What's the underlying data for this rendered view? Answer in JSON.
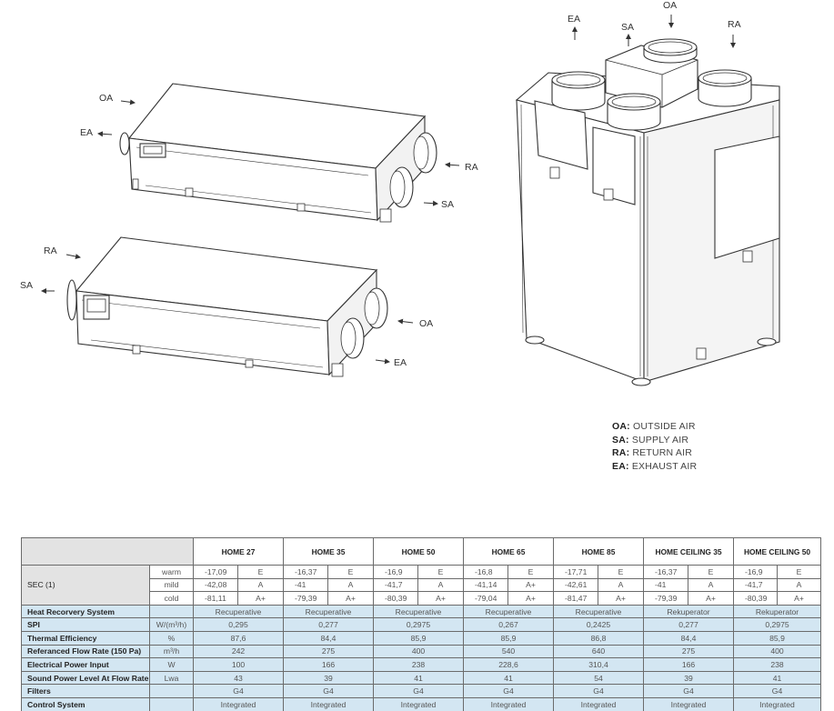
{
  "flow_labels": {
    "unit1": {
      "oa": "OA",
      "ea": "EA",
      "ra": "RA",
      "sa": "SA"
    },
    "unit2": {
      "ra": "RA",
      "sa": "SA",
      "oa": "OA",
      "ea": "EA"
    },
    "unit3": {
      "ea": "EA",
      "sa": "SA",
      "oa": "OA",
      "ra": "RA"
    }
  },
  "legend": [
    {
      "abbr": "OA:",
      "text": "OUTSIDE AIR"
    },
    {
      "abbr": "SA:",
      "text": "SUPPLY AIR"
    },
    {
      "abbr": "RA:",
      "text": "RETURN AIR"
    },
    {
      "abbr": "EA:",
      "text": "EXHAUST AIR"
    }
  ],
  "table": {
    "models": [
      "HOME 27",
      "HOME 35",
      "HOME 50",
      "HOME 65",
      "HOME 85",
      "HOME CEILING 35",
      "HOME CEILING 50"
    ],
    "sec": {
      "label": "SEC (1)",
      "rows": [
        {
          "cond": "warm",
          "cells": [
            [
              "-17,09",
              "E"
            ],
            [
              "-16,37",
              "E"
            ],
            [
              "-16,9",
              "E"
            ],
            [
              "-16,8",
              "E"
            ],
            [
              "-17,71",
              "E"
            ],
            [
              "-16,37",
              "E"
            ],
            [
              "-16,9",
              "E"
            ]
          ]
        },
        {
          "cond": "mild",
          "cells": [
            [
              "-42,08",
              "A"
            ],
            [
              "-41",
              "A"
            ],
            [
              "-41,7",
              "A"
            ],
            [
              "-41,14",
              "A+"
            ],
            [
              "-42,61",
              "A"
            ],
            [
              "-41",
              "A"
            ],
            [
              "-41,7",
              "A"
            ]
          ]
        },
        {
          "cond": "cold",
          "cells": [
            [
              "-81,11",
              "A+"
            ],
            [
              "-79,39",
              "A+"
            ],
            [
              "-80,39",
              "A+"
            ],
            [
              "-79,04",
              "A+"
            ],
            [
              "-81,47",
              "A+"
            ],
            [
              "-79,39",
              "A+"
            ],
            [
              "-80,39",
              "A+"
            ]
          ]
        }
      ]
    },
    "rows": [
      {
        "label": "Heat Recorvery System",
        "unit": "",
        "values": [
          "Recuperative",
          "Recuperative",
          "Recuperative",
          "Recuperative",
          "Recuperative",
          "Rekuperator",
          "Rekuperator"
        ]
      },
      {
        "label": "SPI",
        "unit": "W/(m³/h)",
        "values": [
          "0,295",
          "0,277",
          "0,2975",
          "0,267",
          "0,2425",
          "0,277",
          "0,2975"
        ]
      },
      {
        "label": "Thermal Efficiency",
        "unit": "%",
        "values": [
          "87,6",
          "84,4",
          "85,9",
          "85,9",
          "86,8",
          "84,4",
          "85,9"
        ]
      },
      {
        "label": "Referanced Flow Rate (150 Pa)",
        "unit": "m³/h",
        "values": [
          "242",
          "275",
          "400",
          "540",
          "640",
          "275",
          "400"
        ]
      },
      {
        "label": "Electrical Power Input",
        "unit": "W",
        "values": [
          "100",
          "166",
          "238",
          "228,6",
          "310,4",
          "166",
          "238"
        ]
      },
      {
        "label": "Sound Power Level At Flow Rate",
        "unit": "Lwa",
        "values": [
          "43",
          "39",
          "41",
          "41",
          "54",
          "39",
          "41"
        ]
      },
      {
        "label": "Filters",
        "unit": "",
        "values": [
          "G4",
          "G4",
          "G4",
          "G4",
          "G4",
          "G4",
          "G4"
        ]
      },
      {
        "label": "Control System",
        "unit": "",
        "values": [
          "Integrated",
          "Integrated",
          "Integrated",
          "Integrated",
          "Integrated",
          "Integrated",
          "Integrated"
        ]
      }
    ]
  }
}
